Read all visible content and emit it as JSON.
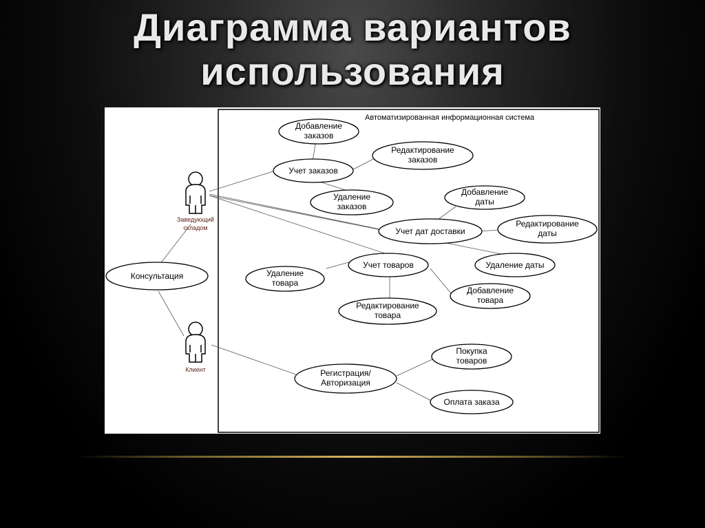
{
  "slide": {
    "title_line1": "Диаграмма вариантов",
    "title_line2": "использования"
  },
  "diagram": {
    "system_boundary_label": "Автоматизированная информационная система",
    "actors": {
      "warehouse_manager": {
        "line1": "Заведующий",
        "line2": "складом"
      },
      "client": {
        "label": "Клиент"
      }
    },
    "use_cases": {
      "consultation": "Консультация",
      "add_orders": [
        "Добавление",
        "заказов"
      ],
      "order_accounting": "Учет заказов",
      "edit_orders": [
        "Редактирование",
        "заказов"
      ],
      "delete_orders": [
        "Удаление",
        "заказов"
      ],
      "add_date": [
        "Добавление",
        "даты"
      ],
      "delivery_dates": "Учет дат доставки",
      "edit_date": [
        "Редактирование",
        "даты"
      ],
      "delete_date": "Удаление даты",
      "delete_product": [
        "Удаление",
        "товара"
      ],
      "product_accounting": "Учет товаров",
      "edit_product": [
        "Редактирование",
        "товара"
      ],
      "add_product": [
        "Добавление",
        "товара"
      ],
      "registration": [
        "Регистрация/",
        "Авторизация"
      ],
      "purchase": [
        "Покупка",
        "товаров"
      ],
      "payment": "Оплата заказа"
    },
    "colors": {
      "background": "#000000",
      "title": "#e9e9e9",
      "accent": "#d7b35a",
      "actor_label": "#5a1f14"
    }
  }
}
